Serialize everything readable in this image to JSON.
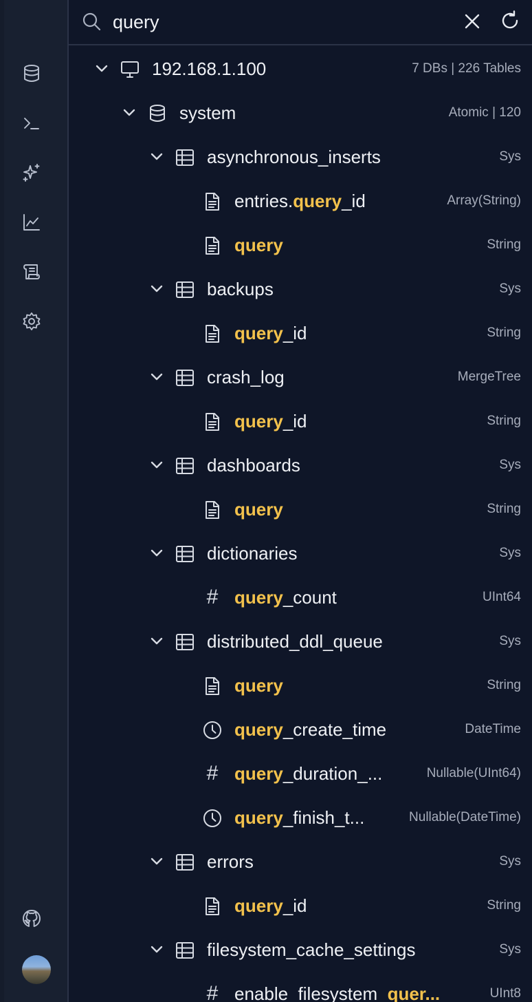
{
  "colors": {
    "background": "#0f1628",
    "rail": "#182030",
    "highlight": "#f2c14c",
    "text": "#eef0f4",
    "muted": "#a7adbb"
  },
  "sidebar": {
    "items": [
      {
        "name": "logo-icon"
      },
      {
        "name": "database-icon"
      },
      {
        "name": "terminal-icon"
      },
      {
        "name": "sparkles-icon"
      },
      {
        "name": "chart-icon"
      },
      {
        "name": "scroll-icon"
      },
      {
        "name": "settings-icon"
      },
      {
        "name": "github-icon"
      },
      {
        "name": "avatar"
      }
    ]
  },
  "search": {
    "value": "query",
    "placeholder": "Search"
  },
  "tree": {
    "host": {
      "label": "192.168.1.100",
      "meta": "7 DBs | 226 Tables"
    },
    "database": {
      "label": "system",
      "meta": "Atomic | 120"
    },
    "tables": [
      {
        "label": "asynchronous_inserts",
        "meta": "Sys",
        "columns": [
          {
            "pre": "entries.",
            "hl": "query",
            "post": "_id",
            "type": "Array(String)",
            "icon": "file-icon"
          },
          {
            "pre": "",
            "hl": "query",
            "post": "",
            "type": "String",
            "icon": "file-icon"
          }
        ]
      },
      {
        "label": "backups",
        "meta": "Sys",
        "columns": [
          {
            "pre": "",
            "hl": "query",
            "post": "_id",
            "type": "String",
            "icon": "file-icon"
          }
        ]
      },
      {
        "label": "crash_log",
        "meta": "MergeTree",
        "columns": [
          {
            "pre": "",
            "hl": "query",
            "post": "_id",
            "type": "String",
            "icon": "file-icon"
          }
        ]
      },
      {
        "label": "dashboards",
        "meta": "Sys",
        "columns": [
          {
            "pre": "",
            "hl": "query",
            "post": "",
            "type": "String",
            "icon": "file-icon"
          }
        ]
      },
      {
        "label": "dictionaries",
        "meta": "Sys",
        "columns": [
          {
            "pre": "",
            "hl": "query",
            "post": "_count",
            "type": "UInt64",
            "icon": "hash-icon"
          }
        ]
      },
      {
        "label": "distributed_ddl_queue",
        "meta": "Sys",
        "columns": [
          {
            "pre": "",
            "hl": "query",
            "post": "",
            "type": "String",
            "icon": "file-icon"
          },
          {
            "pre": "",
            "hl": "query",
            "post": "_create_time",
            "type": "DateTime",
            "icon": "clock-icon"
          },
          {
            "pre": "",
            "hl": "query",
            "post": "_duration_...",
            "type": "Nullable(UInt64)",
            "icon": "hash-icon"
          },
          {
            "pre": "",
            "hl": "query",
            "post": "_finish_t...",
            "type": "Nullable(DateTime)",
            "icon": "clock-icon"
          }
        ]
      },
      {
        "label": "errors",
        "meta": "Sys",
        "columns": [
          {
            "pre": "",
            "hl": "query",
            "post": "_id",
            "type": "String",
            "icon": "file-icon"
          }
        ]
      },
      {
        "label": "filesystem_cache_settings",
        "meta": "Sys",
        "columns": [
          {
            "pre": "enable_filesystem_",
            "hl": "quer...",
            "post": "",
            "type": "UInt8",
            "icon": "hash-icon"
          }
        ]
      }
    ]
  }
}
